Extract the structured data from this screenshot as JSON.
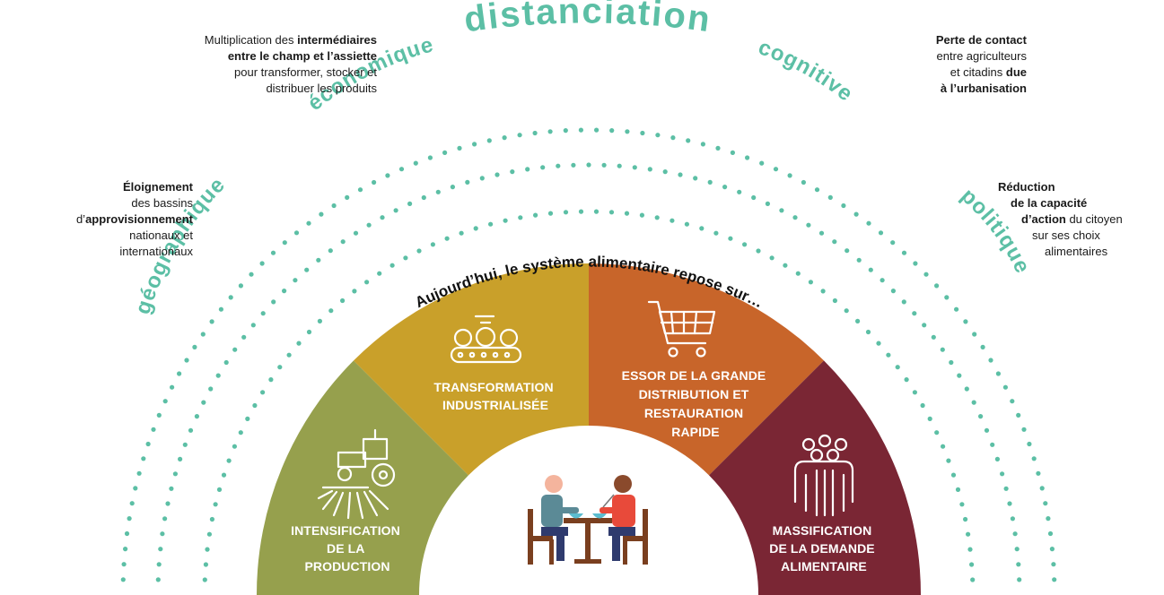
{
  "title": "distanciation",
  "dimensions": [
    {
      "id": "geographique",
      "label": "géographique"
    },
    {
      "id": "economique",
      "label": "économique"
    },
    {
      "id": "cognitive",
      "label": "cognitive"
    },
    {
      "id": "politique",
      "label": "politique"
    }
  ],
  "side_texts": {
    "geographique": {
      "b1": "Éloignement",
      "t1": "des bassins",
      "t2": "d’",
      "b2": "approvisionnement",
      "t3": "nationaux et",
      "t4": "internationaux"
    },
    "economique": {
      "t1": "Multiplication des ",
      "b1": "intermédiaires",
      "b2": "entre le champ et l’assiette",
      "t2": "pour transformer, stocker et",
      "t3": "distribuer les produits"
    },
    "cognitive": {
      "b1": "Perte de contact",
      "t1": "entre agriculteurs",
      "t2": "et citadins ",
      "b2": "due",
      "b3": "à l’urbanisation"
    },
    "politique": {
      "b1": "Réduction",
      "b2": "de la capacité",
      "b3": "d’action",
      "t1": " du citoyen",
      "t2": "sur ses choix",
      "t3": "alimentaires"
    }
  },
  "arc_caption": "Aujourd’hui, le système alimentaire repose sur…",
  "segments": [
    {
      "id": "intensification",
      "lines": [
        "INTENSIFICATION",
        "DE LA",
        "PRODUCTION"
      ],
      "color": "#96a04d",
      "icon": "tractor-icon"
    },
    {
      "id": "transformation",
      "lines": [
        "TRANSFORMATION",
        "INDUSTRIALISÉE"
      ],
      "color": "#c9a02a",
      "icon": "conveyor-icon"
    },
    {
      "id": "distribution",
      "lines": [
        "ESSOR DE LA GRANDE",
        "DISTRIBUTION ET",
        "RESTAURATION",
        "RAPIDE"
      ],
      "color": "#c8652a",
      "icon": "shopping-cart-icon"
    },
    {
      "id": "massification",
      "lines": [
        "MASSIFICATION",
        "DE LA DEMANDE",
        "ALIMENTAIRE"
      ],
      "color": "#7a2634",
      "icon": "crowd-icon"
    }
  ],
  "center_icon": "people-eating-icon",
  "colors": {
    "teal": "#5cbfa5",
    "text": "#1a1a1a"
  }
}
